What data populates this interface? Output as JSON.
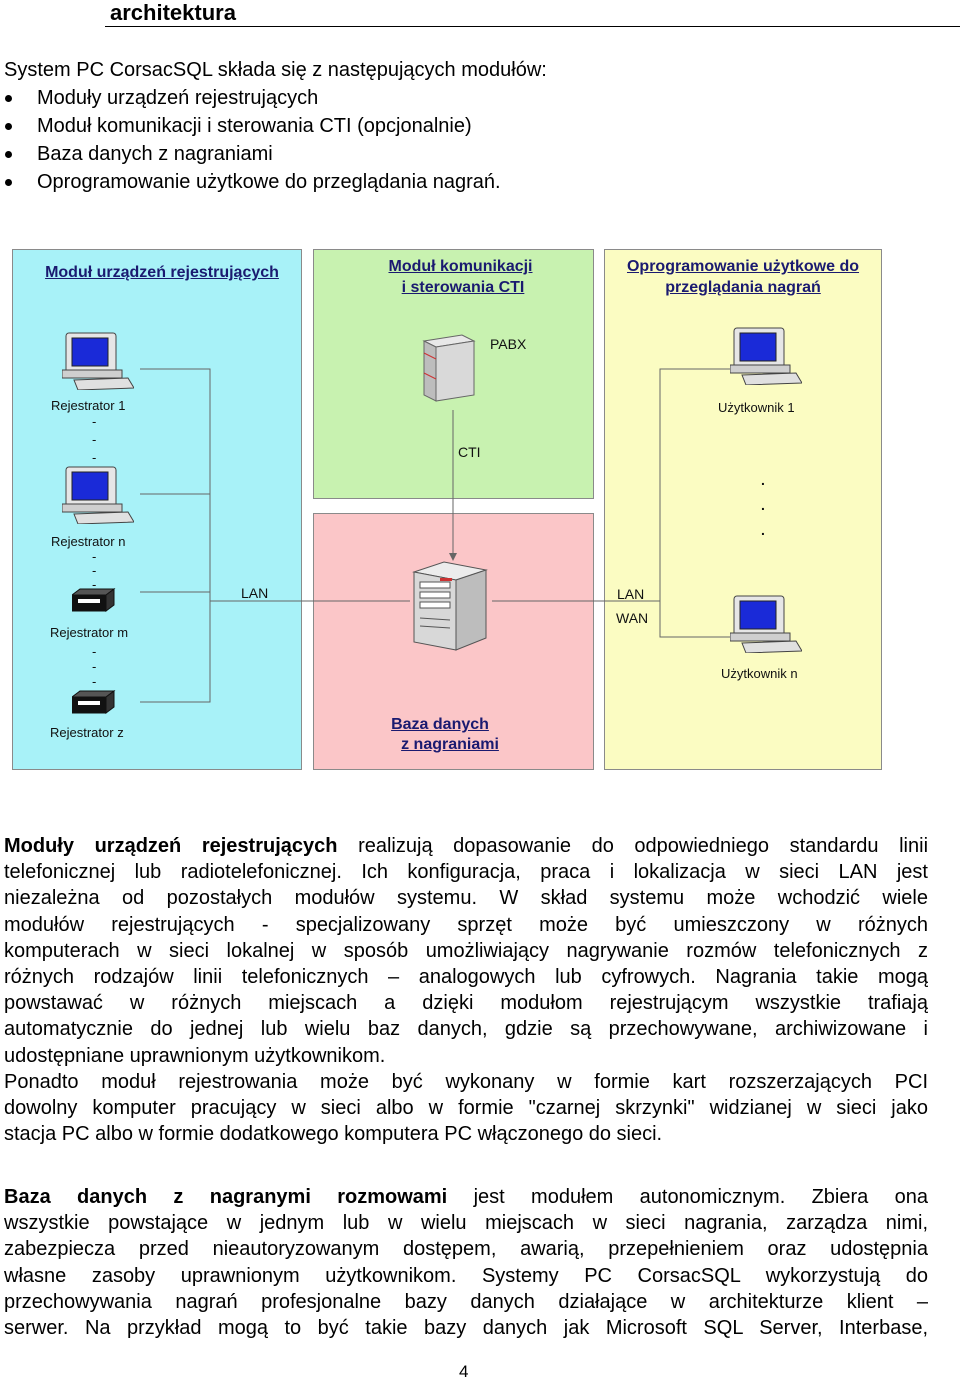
{
  "heading": "architektura",
  "intro": "System PC CorsacSQL składa się z następujących modułów:",
  "bullets": [
    "Moduły urządzeń rejestrujących",
    "Moduł komunikacji i sterowania CTI (opcjonalnie)",
    "Baza danych z nagraniami",
    "Oprogramowanie użytkowe do przeglądania nagrań."
  ],
  "diagram": {
    "panel_left_title": "Moduł urządzeń rejestrujących",
    "panel_cti_title_1": "Moduł komunikacji",
    "panel_cti_title_2": "i sterowania CTI",
    "panel_user_title_1": "Oprogramowanie użytkowe do",
    "panel_user_title_2": "przeglądania nagrań",
    "panel_db_title_1": "Baza danych",
    "panel_db_title_2": "z nagraniami",
    "pabx": "PABX",
    "cti": "CTI",
    "lan_left": "LAN",
    "lan_right": "LAN",
    "wan": "WAN",
    "rejestrator_1": "Rejestrator 1",
    "rejestrator_n": "Rejestrator n",
    "rejestrator_m": "Rejestrator m",
    "rejestrator_z": "Rejestrator z",
    "uzytkownik_1": "Użytkownik 1",
    "uzytkownik_n": "Użytkownik n",
    "dash": "-",
    "dot": ".",
    "colors": {
      "left": "#a8f2f8",
      "cti": "#c8f2b0",
      "user": "#fbfcc2",
      "db": "#fbc6c8"
    }
  },
  "para1": {
    "bold": "Moduły urządzeń rejestrujących",
    "lines": [
      "realizują dopasowanie do odpowiedniego standardu linii",
      "telefonicznej lub radiotelefonicznej. Ich konfiguracja, praca i lokalizacja w sieci LAN jest",
      "niezależna od pozostałych modułów systemu.  W skład systemu może wchodzić wiele",
      "modułów rejestrujących - specjalizowany sprzęt może być umieszczony w różnych",
      "komputerach w sieci lokalnej w sposób umożliwiający nagrywanie rozmów telefonicznych z",
      "różnych rodzajów linii telefonicznych – analogowych lub cyfrowych. Nagrania takie mogą",
      "powstawać w różnych miejscach a dzięki modułom rejestrującym wszystkie trafiają",
      "automatycznie do jednej lub wielu baz danych, gdzie są przechowywane, archiwizowane i",
      "udostępniane uprawnionym użytkownikom."
    ]
  },
  "para2": {
    "lines": [
      "Ponadto moduł rejestrowania może być wykonany w formie kart rozszerzających PCI",
      "dowolny komputer pracujący w sieci albo w formie \"czarnej skrzynki\" widzianej w sieci jako",
      "stacja PC albo w formie dodatkowego komputera PC włączonego do sieci."
    ]
  },
  "para3": {
    "bold": "Baza danych z nagranymi rozmowami",
    "lines": [
      "jest modułem autonomicznym. Zbiera ona",
      "wszystkie powstające w jednym lub w wielu miejscach w sieci nagrania, zarządza nimi,",
      "zabezpiecza przed nieautoryzowanym dostępem, awarią, przepełnieniem oraz udostępnia",
      "własne zasoby uprawnionym użytkownikom. Systemy PC CorsacSQL wykorzystują do",
      "przechowywania nagrań profesjonalne bazy danych działające w architekturze klient –",
      "serwer. Na przykład mogą to być takie bazy danych jak Microsoft SQL Server, Interbase,"
    ]
  },
  "page_number": "4"
}
